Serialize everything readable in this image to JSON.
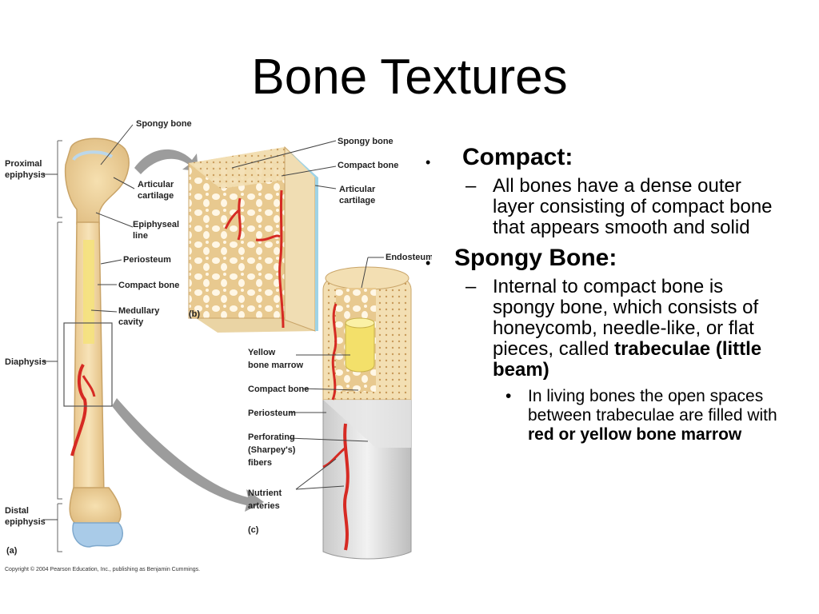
{
  "slide": {
    "title": "Bone Textures"
  },
  "figure": {
    "labels": {
      "spongy_bone_a": "Spongy bone",
      "proximal_1": "Proximal",
      "proximal_2": "epiphysis",
      "articular_1": "Articular",
      "articular_2": "cartilage",
      "epiphyseal_1": "Epiphyseal",
      "epiphyseal_2": "line",
      "periosteum_a": "Periosteum",
      "compact_bone_a": "Compact bone",
      "medullary_1": "Medullary",
      "medullary_2": "cavity",
      "diaphysis": "Diaphysis",
      "distal_1": "Distal",
      "distal_2": "epiphysis",
      "panel_a": "(a)",
      "panel_b": "(b)",
      "panel_c": "(c)",
      "spongy_bone_b": "Spongy bone",
      "compact_bone_b": "Compact bone",
      "articular_b1": "Articular",
      "articular_b2": "cartilage",
      "endosteum": "Endosteum",
      "yellow_1": "Yellow",
      "yellow_2": "bone marrow",
      "compact_bone_c": "Compact bone",
      "periosteum_c": "Periosteum",
      "perforating_1": "Perforating",
      "perforating_2": "(Sharpey's)",
      "perforating_3": "fibers",
      "nutrient_1": "Nutrient",
      "nutrient_2": "arteries",
      "copyright": "Copyright © 2004 Pearson Education, Inc., publishing as Benjamin Cummings."
    }
  },
  "bullets": {
    "compact": {
      "marker": "•",
      "heading": "Compact:",
      "sub_marker": "–",
      "text": "All bones have a dense outer layer consisting of compact bone that appears smooth and solid"
    },
    "spongy": {
      "marker": "•",
      "heading": "Spongy Bone:",
      "sub_marker": "–",
      "text_before": "Internal to compact bone is spongy bone, which consists of honeycomb, needle-like, or flat pieces, called ",
      "text_bold": "trabeculae (little beam)",
      "sub2_marker": "•",
      "sub2_text_before": "In living bones the open spaces between trabeculae are filled with ",
      "sub2_text_bold": "red or yellow bone marrow"
    }
  }
}
